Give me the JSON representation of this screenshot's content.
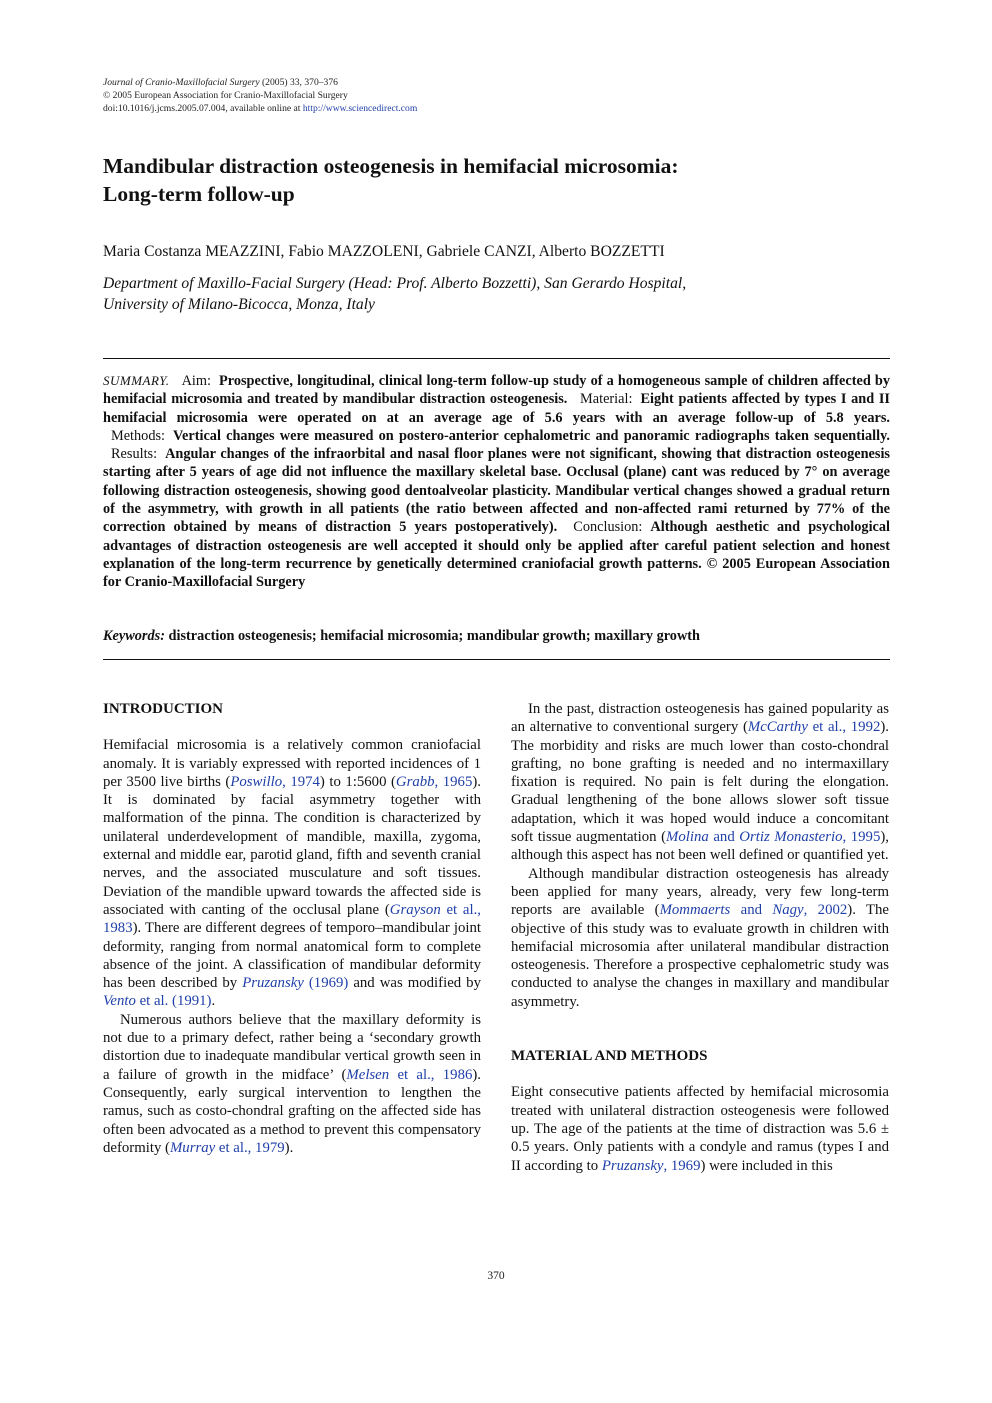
{
  "header": {
    "journal": "Journal of Cranio-Maxillofacial Surgery",
    "year_vol_pages": " (2005) 33, 370–376",
    "copyright": "© 2005 European Association for Cranio-Maxillofacial Surgery",
    "doi": "doi:10.1016/j.jcms.2005.07.004, available online at ",
    "url": "http://www.sciencedirect.com"
  },
  "title": {
    "line1": "Mandibular distraction osteogenesis in hemifacial microsomia:",
    "line2": "Long-term follow-up"
  },
  "authors": "Maria Costanza MEAZZINI, Fabio MAZZOLENI, Gabriele CANZI, Alberto BOZZETTI",
  "affiliation": {
    "line1": "Department of Maxillo-Facial Surgery (Head: Prof. Alberto Bozzetti), San Gerardo Hospital,",
    "line2": "University of Milano-Bicocca, Monza, Italy"
  },
  "abstract": {
    "summary_label": "SUMMARY.",
    "aim_label": "Aim:",
    "aim": "Prospective, longitudinal, clinical long-term follow-up study of a homogeneous sample of children affected by hemifacial microsomia and treated by mandibular distraction osteogenesis.",
    "material_label": "Material:",
    "material": "Eight patients affected by types I and II hemifacial microsomia were operated on at an average age of 5.6 years with an average follow-up of 5.8 years.",
    "methods_label": "Methods:",
    "methods": "Vertical changes were measured on postero-anterior cephalometric and panoramic radiographs taken sequentially.",
    "results_label": "Results:",
    "results": "Angular changes of the infraorbital and nasal floor planes were not significant, showing that distraction osteogenesis starting after 5 years of age did not influence the maxillary skeletal base. Occlusal (plane) cant was reduced by 7° on average following distraction osteogenesis, showing good dentoalveolar plasticity. Mandibular vertical changes showed a gradual return of the asymmetry, with growth in all patients (the ratio between affected and non-affected rami returned by 77% of the correction obtained by means of distraction 5 years postoperatively).",
    "conclusion_label": "Conclusion:",
    "conclusion": "Although aesthetic and psychological advantages of distraction osteogenesis are well accepted it should only be applied after careful patient selection and honest explanation of the long-term recurrence by genetically determined craniofacial growth patterns. © 2005 European Association for Cranio-Maxillofacial Surgery"
  },
  "keywords": {
    "label": "Keywords:",
    "text": " distraction osteogenesis; hemifacial microsomia; mandibular growth; maxillary growth"
  },
  "left_column": {
    "heading": "INTRODUCTION",
    "p1": {
      "t1": "Hemifacial microsomia is a relatively common craniofacial anomaly. It is variably expressed with reported incidences of 1 per 3500 live births (",
      "r1a": "Poswillo",
      "r1b": ", 1974",
      "t2": ") to 1:5600 (",
      "r2a": "Grabb",
      "r2b": ", 1965",
      "t3": "). It is dominated by facial asymmetry together with malformation of the pinna. The condition is characterized by unilateral underdevelopment of mandible, maxilla, zygoma, external and middle ear, parotid gland, fifth and seventh cranial nerves, and the associated musculature and soft tissues. Deviation of the mandible upward towards the affected side is associated with canting of the occlusal plane (",
      "r3a": "Grayson",
      "r3b": " et al., 1983",
      "t4": "). There are different degrees of temporo–mandibular joint deformity, ranging from normal anatomical form to complete absence of the joint. A classification of mandibular deformity has been described by ",
      "r4a": "Pruzansky",
      "r4b": " (1969)",
      "t5": " and was modified by ",
      "r5a": "Vento",
      "r5b": " et al. (1991)",
      "t6": "."
    },
    "p2": {
      "t1": "Numerous authors believe that the maxillary deformity is not due to a primary defect, rather being a ‘secondary growth distortion due to inadequate mandibular vertical growth seen in a failure of growth in the midface’ (",
      "r1a": "Melsen",
      "r1b": " et al., 1986",
      "t2": "). Consequently, early surgical intervention to lengthen the ramus, such as costo-chondral grafting on the affected side has often been advocated as a method to prevent this compensatory deformity (",
      "r2a": "Murray",
      "r2b": " et al., 1979",
      "t3": ")."
    }
  },
  "right_column": {
    "p1": {
      "t1": "In the past, distraction osteogenesis has gained popularity as an alternative to conventional surgery (",
      "r1a": "McCarthy",
      "r1b": " et al., 1992",
      "t2": "). The morbidity and risks are much lower than costo-chondral grafting, no bone grafting is needed and no intermaxillary fixation is required. No pain is felt during the elongation. Gradual lengthening of the bone allows slower soft tissue adaptation, which it was hoped would induce a concomitant soft tissue augmentation (",
      "r2a": "Molina",
      "r2b": " and ",
      "r2c": "Ortiz Monasterio",
      "r2d": ", 1995",
      "t3": "), although this aspect has not been well defined or quantified yet."
    },
    "p2": {
      "t1": "Although mandibular distraction osteogenesis has already been applied for many years, already, very few long-term reports are available (",
      "r1a": "Mommaerts",
      "r1b": " and ",
      "r1c": "Nagy",
      "r1d": ", 2002",
      "t2": "). The objective of this study was to evaluate growth in children with hemifacial microsomia after unilateral mandibular distraction osteogenesis. Therefore a prospective cephalometric study was conducted to analyse the changes in maxillary and mandibular asymmetry."
    },
    "heading": "MATERIAL AND METHODS",
    "p3": {
      "t1": "Eight consecutive patients affected by hemifacial microsomia treated with unilateral distraction osteogenesis were followed up. The age of the patients at the time of distraction was 5.6 ± 0.5 years. Only patients with a condyle and ramus (types I and II according to ",
      "r1a": "Pruzansky",
      "r1b": ", 1969",
      "t2": ") were included in this"
    }
  },
  "page_number": "370",
  "colors": {
    "link": "#1f3fa8",
    "text": "#111111"
  }
}
